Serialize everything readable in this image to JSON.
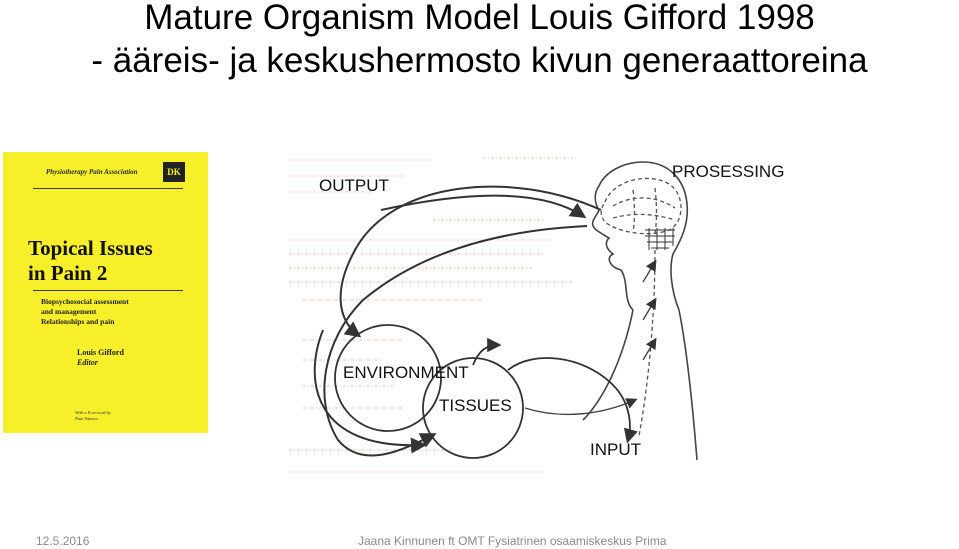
{
  "title": {
    "line1": "Mature Organism Model Louis Gifford 1998",
    "line2": "- ääreis- ja keskushermosto kivun generaattoreina"
  },
  "book_cover": {
    "publisher": "Physiotherapy Pain Association",
    "logo": "DK",
    "title_line1": "Topical Issues",
    "title_line2": "in Pain 2",
    "subtitle_line1": "Biopsychosocial assessment",
    "subtitle_line2": "and management",
    "subtitle_line3": "Relationships and pain",
    "author": "Louis Gifford",
    "author_role": "Editor",
    "foreword_line1": "With a Foreword by",
    "foreword_line2": "Paul Watson",
    "color": "#f6ef2a"
  },
  "diagram": {
    "output": "OUTPUT",
    "processing": "PROSESSING",
    "environment": "ENVIRONMENT",
    "tissues": "TISSUES",
    "input": "INPUT"
  },
  "footer": {
    "date": "12.5.2016",
    "author": "Jaana Kinnunen ft OMT Fysiatrinen osaamiskeskus Prima"
  }
}
